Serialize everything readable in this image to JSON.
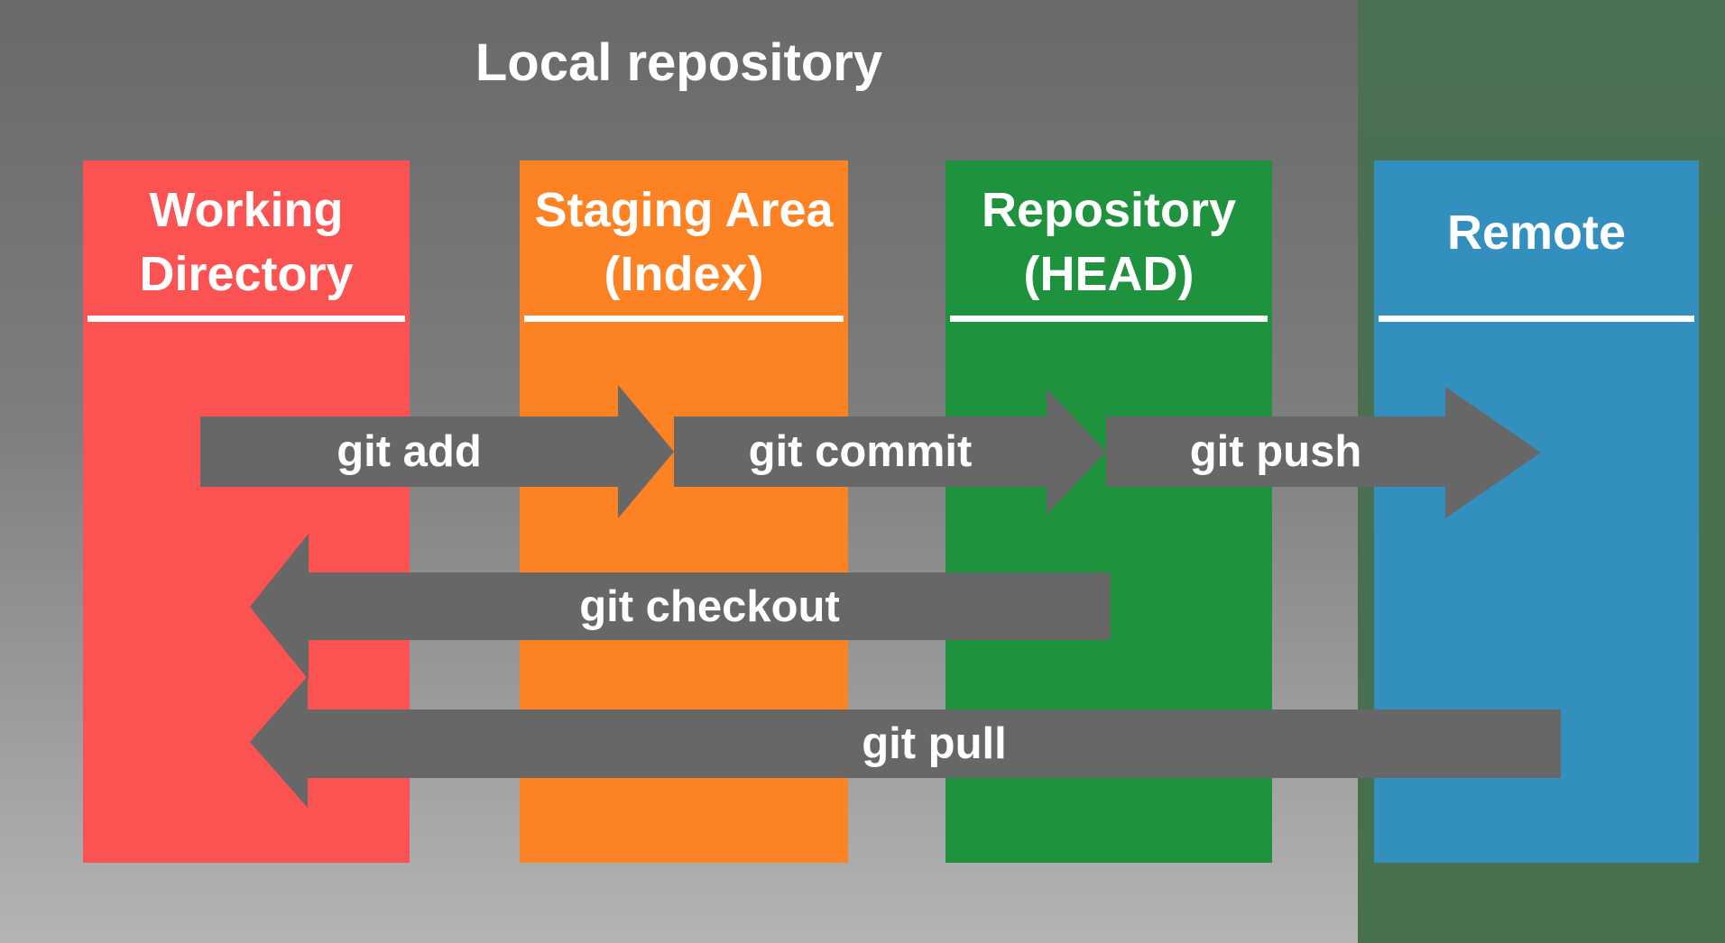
{
  "title": "Local repository",
  "columns": [
    {
      "id": "working-directory",
      "label_lines": [
        "Working",
        "Directory"
      ],
      "color": "#FB5252"
    },
    {
      "id": "staging-area",
      "label_lines": [
        "Staging Area",
        "(Index)"
      ],
      "color": "#FD8224"
    },
    {
      "id": "repository-head",
      "label_lines": [
        "Repository",
        "(HEAD)"
      ],
      "color": "#1F923E"
    },
    {
      "id": "remote",
      "label_lines": [
        "Remote"
      ],
      "color": "#3390BE"
    }
  ],
  "arrows": [
    {
      "id": "git-add",
      "label": "git add",
      "direction": "right",
      "from": "working-directory",
      "to": "staging-area"
    },
    {
      "id": "git-commit",
      "label": "git commit",
      "direction": "right",
      "from": "staging-area",
      "to": "repository-head"
    },
    {
      "id": "git-push",
      "label": "git push",
      "direction": "right",
      "from": "repository-head",
      "to": "remote"
    },
    {
      "id": "git-checkout",
      "label": "git checkout",
      "direction": "left",
      "from": "repository-head",
      "to": "working-directory"
    },
    {
      "id": "git-pull",
      "label": "git pull",
      "direction": "left",
      "from": "remote",
      "to": "working-directory"
    }
  ],
  "colors": {
    "arrow": "#676767",
    "text": "#FFFFFF",
    "local_background_top": "#696969",
    "local_background_bottom": "#B4B4B4",
    "remote_background": "#497050"
  }
}
